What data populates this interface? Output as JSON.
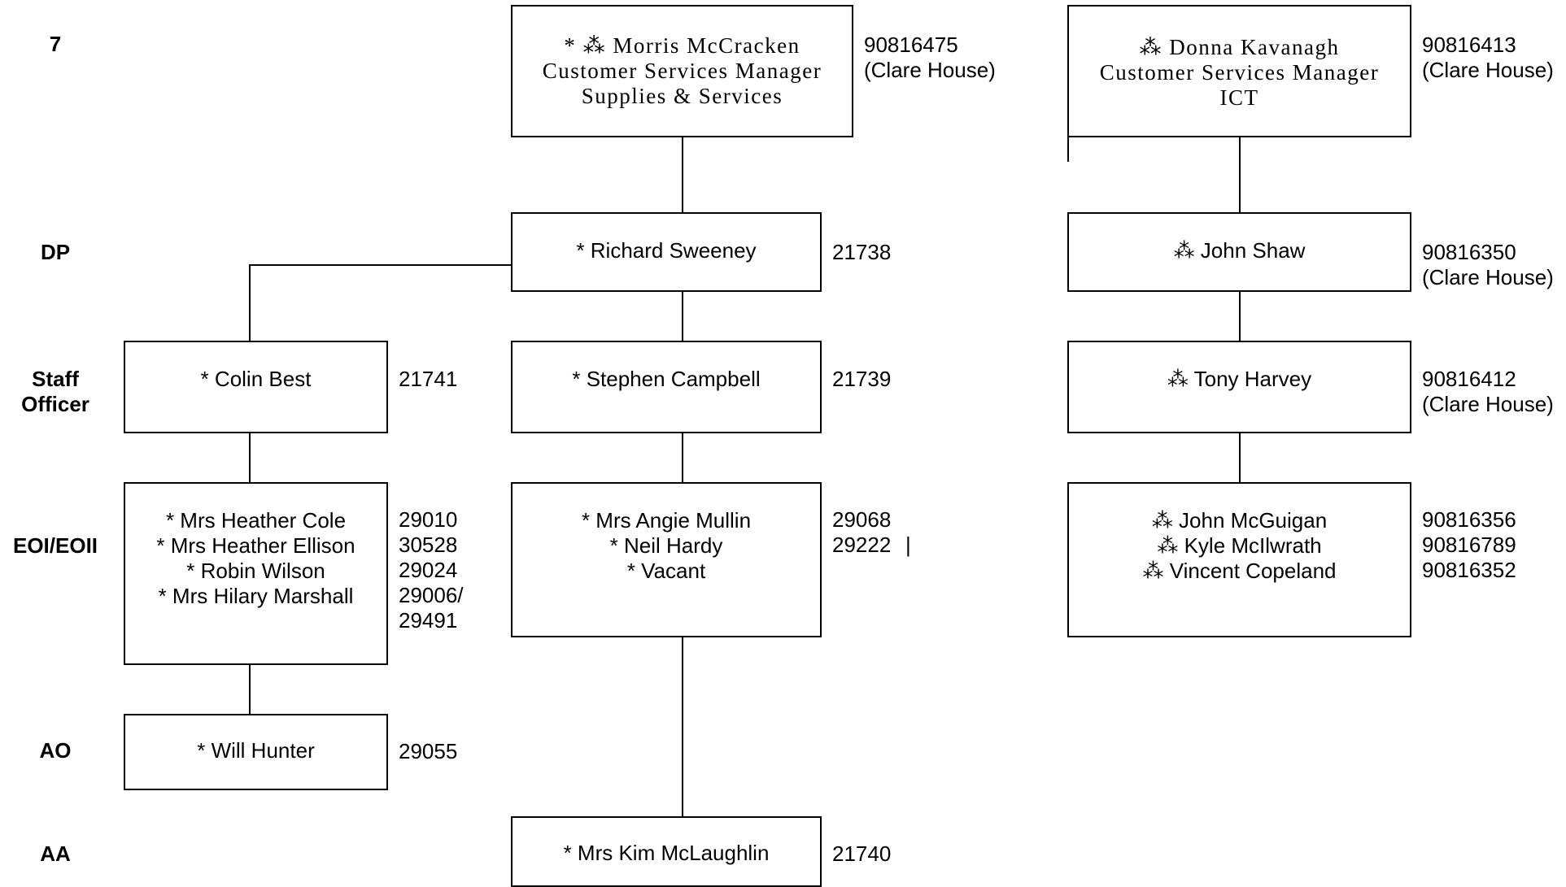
{
  "grades": {
    "g7": "7",
    "dp": "DP",
    "so1": "Staff",
    "so2": "Officer",
    "eo": "EOI/EOII",
    "ao": "AO",
    "aa": "AA"
  },
  "boxes": {
    "morris": {
      "lines": [
        "* ⁂ Morris McCracken",
        "Customer Services Manager",
        "Supplies & Services"
      ]
    },
    "donna": {
      "lines": [
        "⁂ Donna Kavanagh",
        "Customer Services Manager",
        "ICT"
      ]
    },
    "richard": {
      "lines": [
        "* Richard Sweeney"
      ]
    },
    "john_shaw": {
      "lines": [
        "⁂ John Shaw"
      ]
    },
    "colin": {
      "lines": [
        "* Colin Best"
      ]
    },
    "stephen": {
      "lines": [
        "* Stephen Campbell"
      ]
    },
    "tony": {
      "lines": [
        "⁂ Tony Harvey"
      ]
    },
    "eo_left": {
      "lines": [
        "* Mrs Heather Cole",
        "* Mrs Heather Ellison",
        "* Robin Wilson",
        "* Mrs Hilary Marshall"
      ]
    },
    "eo_mid": {
      "lines": [
        "* Mrs Angie Mullin",
        "* Neil Hardy",
        "* Vacant"
      ]
    },
    "eo_right": {
      "lines": [
        "⁂ John McGuigan",
        "⁂ Kyle McIlwrath",
        "⁂ Vincent Copeland"
      ]
    },
    "will": {
      "lines": [
        "* Will Hunter"
      ]
    },
    "kim": {
      "lines": [
        "* Mrs Kim McLaughlin"
      ]
    }
  },
  "extensions": {
    "morris": [
      "90816475",
      "(Clare House)"
    ],
    "donna": [
      "90816413",
      "(Clare House)"
    ],
    "richard": [
      "21738"
    ],
    "john_shaw": [
      "90816350",
      "(Clare House)"
    ],
    "colin": [
      "21741"
    ],
    "stephen": [
      "21739"
    ],
    "tony": [
      "90816412",
      "(Clare House)"
    ],
    "eo_left": [
      "29010",
      "30528",
      "29024",
      "29006/",
      "29491"
    ],
    "eo_mid": [
      "29068",
      "29222"
    ],
    "eo_right": [
      "90816356",
      "90816789",
      "90816352"
    ],
    "will": [
      "29055"
    ],
    "kim": [
      "21740"
    ]
  },
  "cursor_mark": "|"
}
